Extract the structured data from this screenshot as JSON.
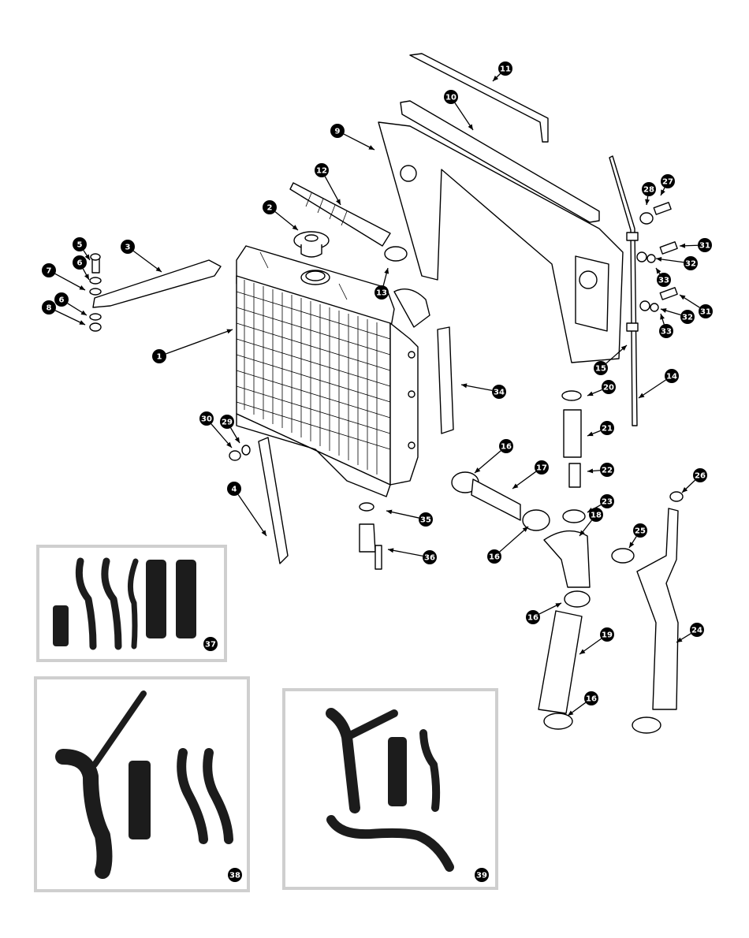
{
  "diagram": {
    "callouts": [
      "1",
      "2",
      "3",
      "4",
      "5",
      "6",
      "7",
      "8",
      "9",
      "10",
      "11",
      "12",
      "13",
      "14",
      "15",
      "16",
      "17",
      "18",
      "19",
      "20",
      "21",
      "22",
      "23",
      "24",
      "25",
      "26",
      "27",
      "28",
      "29",
      "30",
      "31",
      "32",
      "33",
      "34",
      "35",
      "36",
      "37",
      "38",
      "39"
    ],
    "colors": {
      "ink": "#000000",
      "hose": "#1c1c1c",
      "panel_border": "#cfcfcf",
      "background": "#ffffff"
    }
  }
}
